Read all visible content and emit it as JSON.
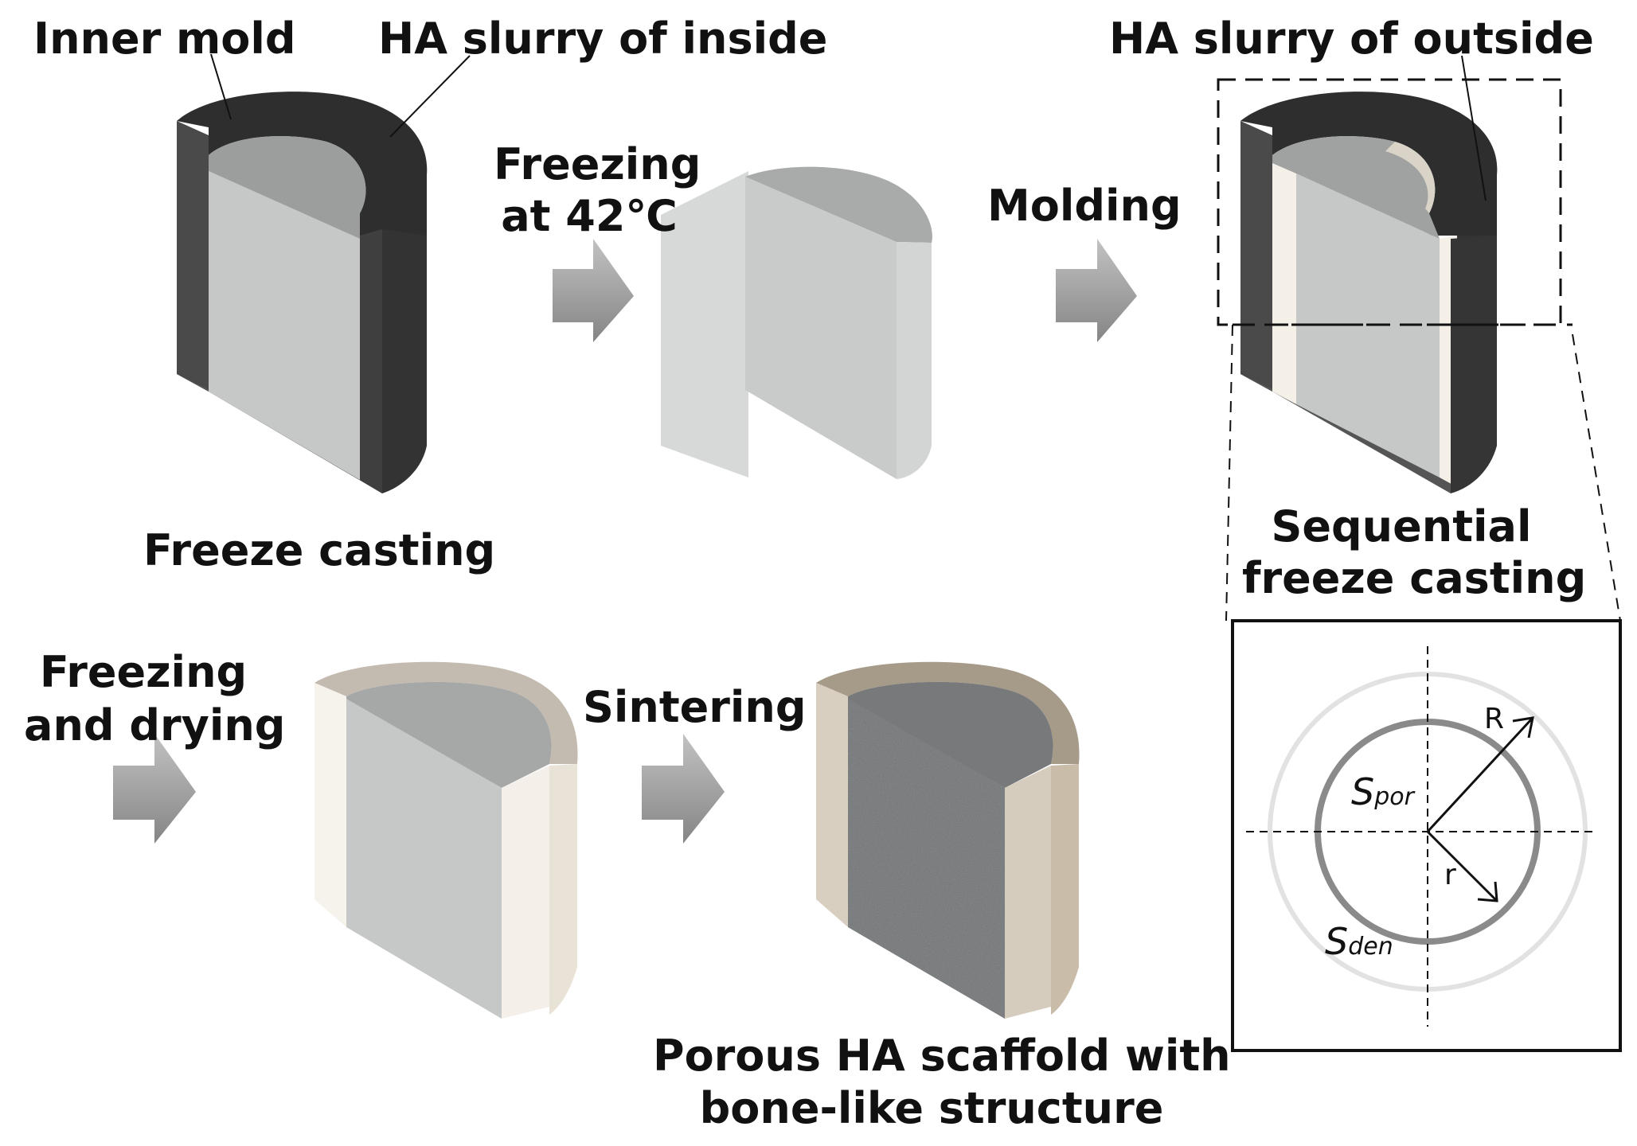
{
  "labels": {
    "inner_mold": "Inner mold",
    "ha_slurry_inside": "HA slurry of inside",
    "ha_slurry_outside": "HA slurry of outside",
    "freezing_at_line1": "Freezing",
    "freezing_at_line2": "at 42℃",
    "molding": "Molding",
    "freeze_casting": "Freeze casting",
    "sequential_line1": "Sequential",
    "sequential_line2": "freeze casting",
    "freezing_drying_line1": "Freezing",
    "freezing_drying_line2": "and drying",
    "sintering": "Sintering",
    "porous_line1": "Porous HA scaffold with",
    "porous_line2": "bone-like structure"
  },
  "cross_section": {
    "s_por": "S",
    "s_por_sub": "por",
    "s_den": "S",
    "s_den_sub": "den",
    "big_r": "R",
    "small_r": "r"
  },
  "colors": {
    "mold_dark": "#3a3a3a",
    "slurry_gray": "#c4c6c6",
    "outer_cream": "#f3eee6",
    "sintered_gray": "#6f7274",
    "sintered_beige": "#cbbfae",
    "arrow_gray": "#9a9a9a"
  }
}
